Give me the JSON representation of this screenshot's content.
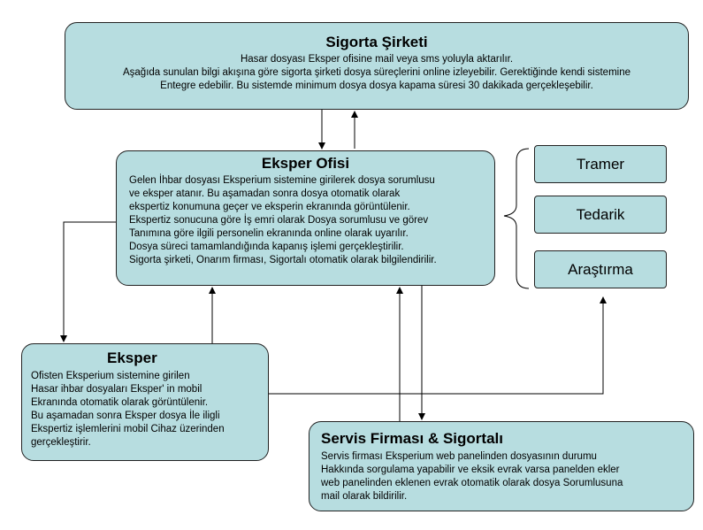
{
  "sigorta": {
    "title": "Sigorta Şirketi",
    "lines": [
      "Hasar dosyası Eksper ofisine mail veya sms yoluyla aktarılır.",
      "Aşağıda sunulan bilgi akışına göre sigorta şirketi dosya süreçlerini online izleyebilir. Gerektiğinde kendi sistemine",
      "Entegre edebilir. Bu sistemde minimum dosya  dosya kapama süresi 30 dakikada gerçekleşebilir."
    ]
  },
  "eksper_ofisi": {
    "title": "Eksper Ofisi",
    "lines": [
      "Gelen İhbar dosyası Eksperium sistemine girilerek dosya sorumlusu",
      "ve eksper atanır. Bu aşamadan sonra dosya otomatik olarak",
      "ekspertiz konumuna geçer ve eksperin ekranında görüntülenir.",
      "Ekspertiz sonucuna göre İş emri olarak Dosya sorumlusu ve görev",
      "Tanımına göre ilgili personelin ekranında online olarak uyarılır.",
      "Dosya süreci tamamlandığında kapanış işlemi gerçekleştirilir.",
      "Sigorta şirketi, Onarım firması, Sigortalı otomatik olarak bilgilendirilir."
    ]
  },
  "eksper": {
    "title": "Eksper",
    "lines": [
      "Ofisten Eksperium sistemine girilen",
      "Hasar ihbar dosyaları Eksper' in mobil",
      "Ekranında otomatik olarak görüntülenir.",
      "Bu aşamadan sonra Eksper dosya İle iligli",
      "Ekspertiz işlemlerini mobil Cihaz üzerinden",
      "gerçekleştirir."
    ]
  },
  "servis": {
    "title": "Servis Firması & Sigortalı",
    "lines": [
      "Servis firması Eksperium web panelinden dosyasının durumu",
      "Hakkında sorgulama yapabilir ve eksik evrak varsa panelden ekler",
      "web panelinden eklenen evrak otomatik olarak dosya Sorumlusuna",
      " mail olarak bildirilir."
    ]
  },
  "side_items": {
    "tramer": "Tramer",
    "tedarik": "Tedarik",
    "arastirma": "Araştırma"
  },
  "colors": {
    "box_fill": "#b7dde0",
    "border": "#222222"
  }
}
